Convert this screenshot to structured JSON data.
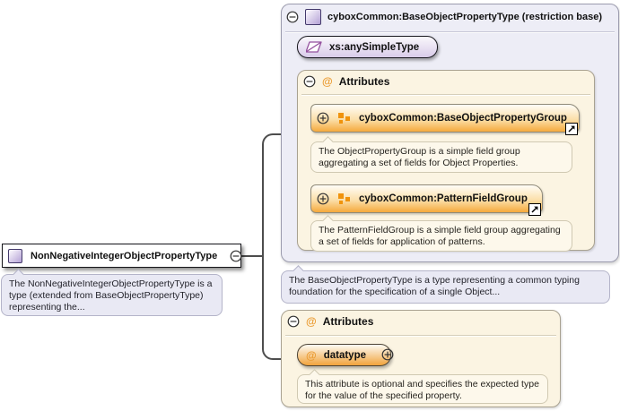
{
  "diagram": {
    "main_type": {
      "title": "NonNegativeIntegerObjectPropertyType",
      "tooltip": "The NonNegativeIntegerObjectPropertyType is a type (extended from BaseObjectPropertyType) representing the..."
    },
    "base": {
      "title": "cyboxCommon:BaseObjectPropertyType (restriction base)",
      "simple_type": "xs:anySimpleType",
      "attributes_label": "Attributes",
      "at_symbol": "@",
      "groups": [
        {
          "name": "cyboxCommon:BaseObjectPropertyGroup",
          "tooltip": "The ObjectPropertyGroup is a simple field group aggregating a set of fields for Object Properties."
        },
        {
          "name": "cyboxCommon:PatternFieldGroup",
          "tooltip": "The PatternFieldGroup is a simple field group aggregating a set of fields for application of patterns."
        }
      ],
      "tooltip": "The BaseObjectPropertyType is a type representing a common typing foundation for the specification of a single Object..."
    },
    "attributes_section": {
      "label": "Attributes",
      "at_symbol": "@",
      "attribute": {
        "name": "datatype",
        "tooltip": "This attribute is optional and specifies the expected type for the value of the specified property."
      }
    },
    "icons": {
      "collapse": "minus-circle",
      "expand": "plus-circle",
      "complex_type": "purple-square",
      "simple_type": "purple-parallelogram",
      "attribute_group": "orange-squares",
      "jump_to_definition": "arrow-up-right"
    },
    "colors": {
      "accent_orange": "#f5a93c",
      "at_orange": "#eb9c33",
      "lavender_panel": "#ededf6",
      "cream_panel": "#fbf4e2",
      "tooltip_cream": "#fdf8eb",
      "tooltip_lavender": "#e9e9f4",
      "connector": "#4d4d4d",
      "purple_icon": "#b7a5d7"
    }
  }
}
